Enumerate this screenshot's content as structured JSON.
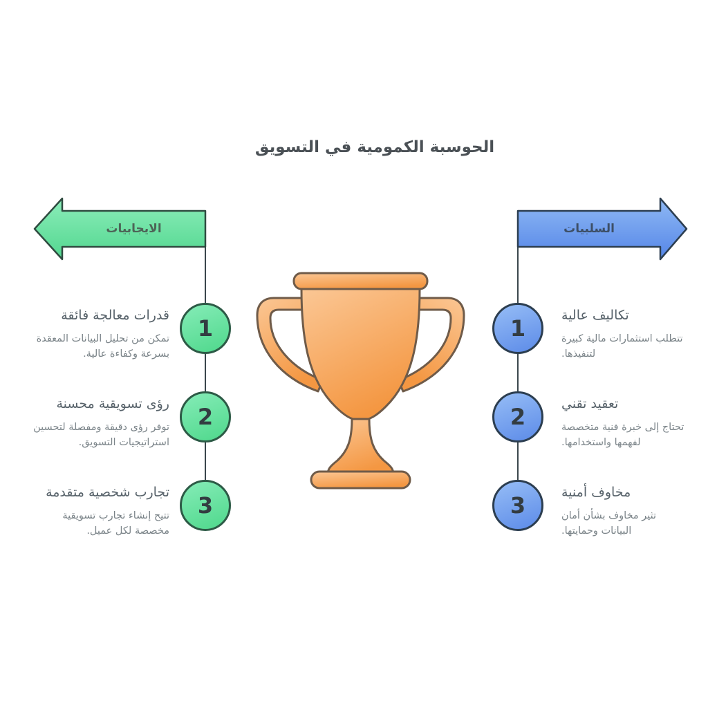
{
  "title": "الحوسبة الكمومية في التسويق",
  "pros": {
    "label": "الايجابيات",
    "items": [
      {
        "number": "1",
        "heading": "قدرات معالجة فائقة",
        "description": "تمكن من تحليل البيانات المعقدة بسرعة وكفاءة عالية."
      },
      {
        "number": "2",
        "heading": "رؤى تسويقية محسنة",
        "description": "توفر رؤى دقيقة ومفصلة لتحسين استراتيجيات التسويق."
      },
      {
        "number": "3",
        "heading": "تجارب شخصية متقدمة",
        "description": "تتيح إنشاء تجارب تسويقية مخصصة لكل عميل."
      }
    ]
  },
  "cons": {
    "label": "السلبيات",
    "items": [
      {
        "number": "1",
        "heading": "تكاليف عالية",
        "description": "تتطلب استثمارات مالية كبيرة لتنفيذها."
      },
      {
        "number": "2",
        "heading": "تعقيد تقني",
        "description": "تحتاج إلى خبرة فنية متخصصة لفهمها واستخدامها."
      },
      {
        "number": "3",
        "heading": "مخاوف أمنية",
        "description": "تثير مخاوف بشأن أمان البيانات وحمايتها."
      }
    ]
  },
  "icons": {
    "center": "trophy-icon"
  },
  "colors": {
    "pros_fill_light": "#8cedba",
    "pros_fill_dark": "#52d78f",
    "pros_border": "#2d5a46",
    "cons_fill_light": "#8fb9f4",
    "cons_fill_dark": "#5586e8",
    "cons_border": "#2c3e50",
    "trophy_fill_light": "#fbc795",
    "trophy_fill_dark": "#f49742",
    "trophy_border": "#6f5b49",
    "connector": "#3a464c"
  }
}
